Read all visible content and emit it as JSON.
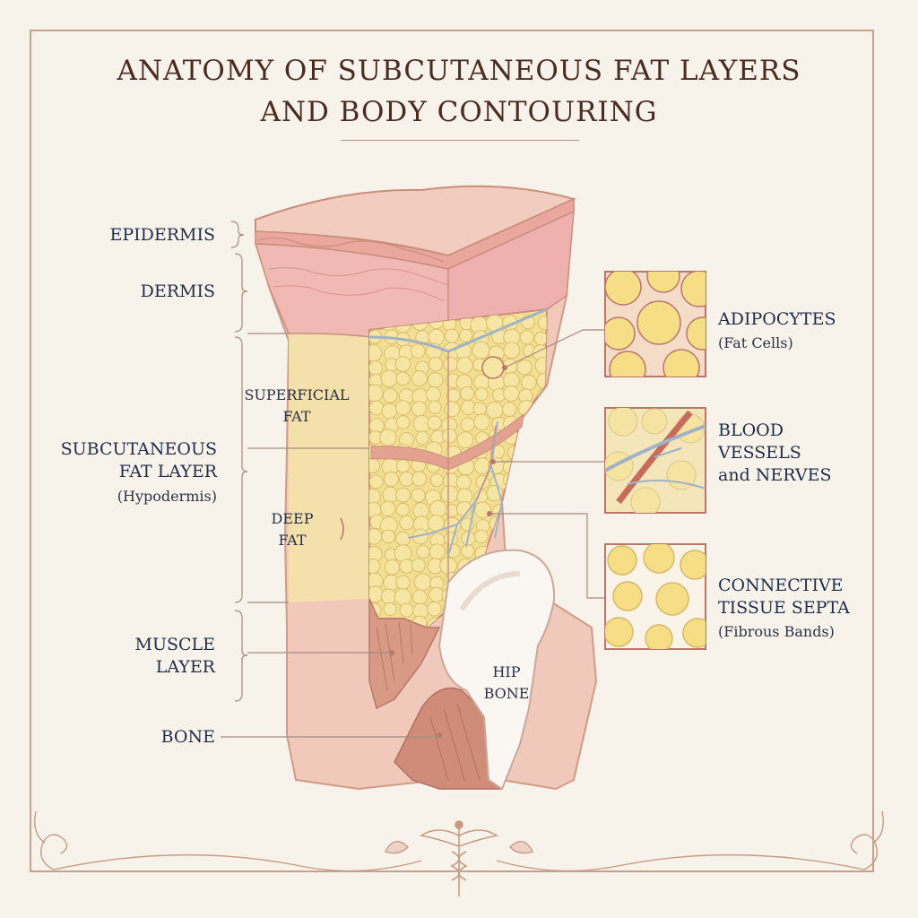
{
  "title": {
    "line1": "ANATOMY OF SUBCUTANEOUS FAT LAYERS",
    "line2": "AND BODY CONTOURING"
  },
  "left_labels": {
    "epidermis": "EPIDERMIS",
    "dermis": "DERMIS",
    "subcutaneous_line1": "SUBCUTANEOUS",
    "subcutaneous_line2": "FAT LAYER",
    "subcutaneous_sub": "(Hypodermis)",
    "muscle_line1": "MUSCLE",
    "muscle_line2": "LAYER",
    "bone": "BONE"
  },
  "inner_labels": {
    "superficial_line1": "SUPERFICIAL",
    "superficial_line2": "FAT",
    "deep_line1": "DEEP",
    "deep_line2": "FAT",
    "hip_line1": "HIP",
    "hip_line2": "BONE"
  },
  "right_labels": {
    "adipocytes": "ADIPOCYTES",
    "adipocytes_sub": "(Fat Cells)",
    "blood_line1": "BLOOD",
    "blood_line2": "VESSELS",
    "blood_line3": "and NERVES",
    "connective_line1": "CONNECTIVE",
    "connective_line2": "TISSUE SEPTA",
    "connective_sub": "(Fibrous Bands)"
  },
  "colors": {
    "background": "#f8f3ea",
    "frame": "#c9a08c",
    "skin": "#f0c9ba",
    "dermis": "#f1b9b4",
    "fat": "#f3df92",
    "muscle": "#d89a85",
    "bone": "#faf6f2",
    "vessel": "#9fb3c8",
    "label_text": "#1f2d4a"
  },
  "decoration": {
    "bottom_emblem": "caduceus-icon"
  }
}
